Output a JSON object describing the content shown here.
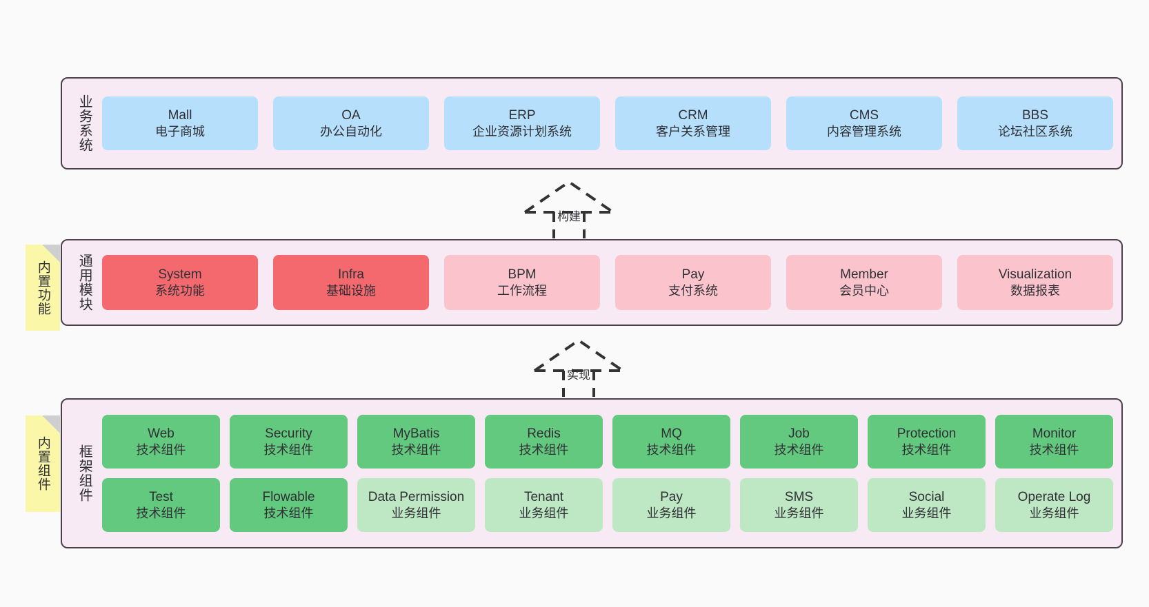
{
  "diagram": {
    "background_color": "#FAFAFA",
    "panel_color": "#F7EAF4",
    "panel_border_color": "#4A414B",
    "flag_color": "#FAF8A8"
  },
  "layers": [
    {
      "id": "business-system",
      "title": "业务系统",
      "cards": [
        {
          "name": "Mall",
          "sub": "电子商城",
          "color": "#B5DFFA"
        },
        {
          "name": "OA",
          "sub": "办公自动化",
          "color": "#B5DFFA"
        },
        {
          "name": "ERP",
          "sub": "企业资源计划系统",
          "color": "#B5DFFA"
        },
        {
          "name": "CRM",
          "sub": "客户关系管理",
          "color": "#B5DFFA"
        },
        {
          "name": "CMS",
          "sub": "内容管理系统",
          "color": "#B5DFFA"
        },
        {
          "name": "BBS",
          "sub": "论坛社区系统",
          "color": "#B5DFFA"
        }
      ]
    },
    {
      "id": "common-module",
      "title": "通用模块",
      "flag": "内置功能",
      "cards": [
        {
          "name": "System",
          "sub": "系统功能",
          "color": "#F4696E"
        },
        {
          "name": "Infra",
          "sub": "基础设施",
          "color": "#F4696E"
        },
        {
          "name": "BPM",
          "sub": "工作流程",
          "color": "#FBC4CD"
        },
        {
          "name": "Pay",
          "sub": "支付系统",
          "color": "#FBC4CD"
        },
        {
          "name": "Member",
          "sub": "会员中心",
          "color": "#FBC4CD"
        },
        {
          "name": "Visualization",
          "sub": "数据报表",
          "color": "#FBC4CD"
        }
      ]
    },
    {
      "id": "framework-component",
      "title": "框架组件",
      "flag": "内置组件",
      "rows": [
        [
          {
            "name": "Web",
            "sub": "技术组件",
            "color": "#63C97E"
          },
          {
            "name": "Security",
            "sub": "技术组件",
            "color": "#63C97E"
          },
          {
            "name": "MyBatis",
            "sub": "技术组件",
            "color": "#63C97E"
          },
          {
            "name": "Redis",
            "sub": "技术组件",
            "color": "#63C97E"
          },
          {
            "name": "MQ",
            "sub": "技术组件",
            "color": "#63C97E"
          },
          {
            "name": "Job",
            "sub": "技术组件",
            "color": "#63C97E"
          },
          {
            "name": "Protection",
            "sub": "技术组件",
            "color": "#63C97E"
          },
          {
            "name": "Monitor",
            "sub": "技术组件",
            "color": "#63C97E"
          }
        ],
        [
          {
            "name": "Test",
            "sub": "技术组件",
            "color": "#63C97E"
          },
          {
            "name": "Flowable",
            "sub": "技术组件",
            "color": "#63C97E"
          },
          {
            "name": "Data Permission",
            "sub": "业务组件",
            "color": "#BEE8C4"
          },
          {
            "name": "Tenant",
            "sub": "业务组件",
            "color": "#BEE8C4"
          },
          {
            "name": "Pay",
            "sub": "业务组件",
            "color": "#BEE8C4"
          },
          {
            "name": "SMS",
            "sub": "业务组件",
            "color": "#BEE8C4"
          },
          {
            "name": "Social",
            "sub": "业务组件",
            "color": "#BEE8C4"
          },
          {
            "name": "Operate Log",
            "sub": "业务组件",
            "color": "#BEE8C4"
          }
        ]
      ]
    }
  ],
  "connectors": [
    {
      "id": "build",
      "label": "构建",
      "style": "dashed-generalization"
    },
    {
      "id": "implement",
      "label": "实现",
      "style": "dashed-generalization"
    }
  ]
}
